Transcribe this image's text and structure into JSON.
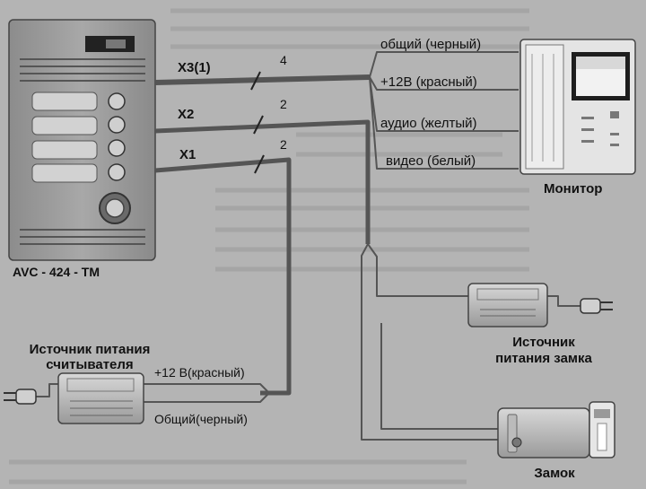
{
  "panel": {
    "model": "AVC - 424 - TM"
  },
  "lines": {
    "x3": {
      "label": "X3(1)",
      "count": "4"
    },
    "x2": {
      "label": "X2",
      "count": "2"
    },
    "x1": {
      "label": "X1",
      "count": "2"
    }
  },
  "monitor_wires": {
    "common": "общий (черный)",
    "plus12": "+12В (красный)",
    "audio": "аудио (желтый)",
    "video": "видео (белый)"
  },
  "monitor": {
    "label": "Монитор"
  },
  "reader_psu": {
    "title_line1": "Источник питания",
    "title_line2": "считывателя",
    "plus12": "+12 В(красный)",
    "common": "Общий(черный)"
  },
  "lock_psu": {
    "label_line1": "Источник",
    "label_line2": "питания замка"
  },
  "lock": {
    "label": "Замок"
  },
  "colors": {
    "background": "#b4b4b4",
    "wire": "#555555",
    "device": "#e6e6e6",
    "text": "#111111"
  }
}
